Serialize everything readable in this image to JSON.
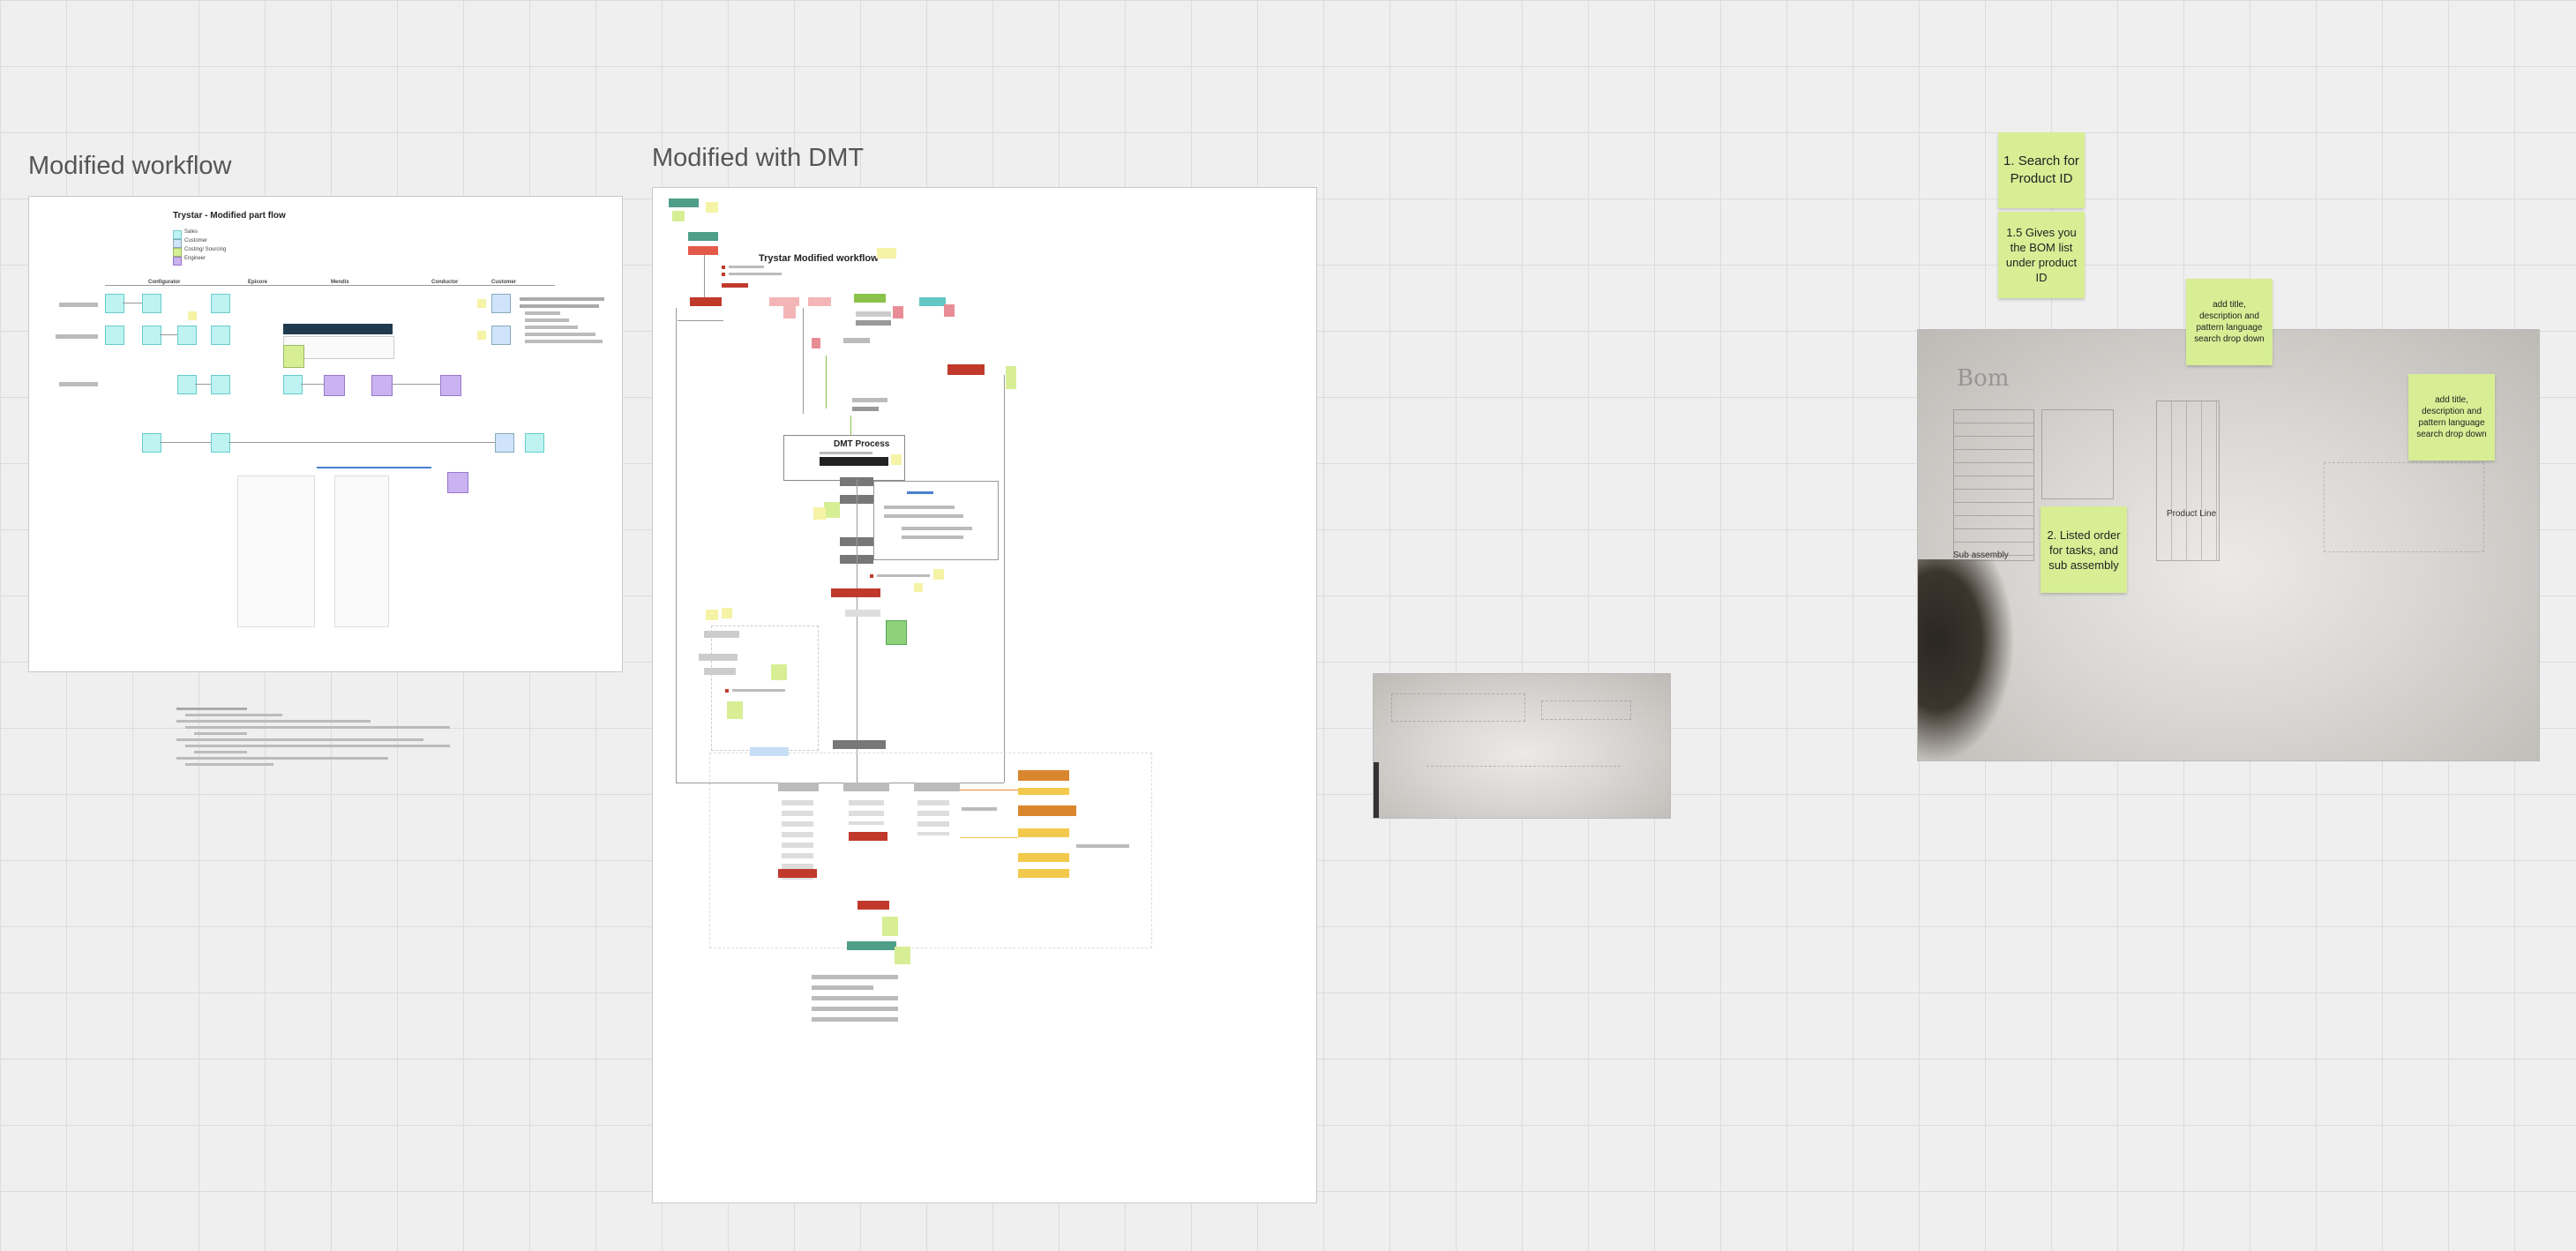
{
  "frames": {
    "modified_workflow": {
      "title": "Modified workflow",
      "diagram_title": "Trystar - Modified part flow",
      "legend": [
        "Sales",
        "Customer",
        "Costing/ Sourcing",
        "Engineer"
      ],
      "lanes": [
        "Configurator",
        "Epicore",
        "Mendix",
        "Conductor",
        "Customer"
      ]
    },
    "modified_dmt": {
      "title": "Modified with DMT",
      "diagram_title": "Trystar Modified workflow",
      "process_title": "DMT Process"
    }
  },
  "stickies": {
    "search_product": "1. Search for Product ID",
    "bom_list": "1.5 Gives you the BOM list under product ID",
    "add_title_1": "add title, description and pattern  language search drop down",
    "add_title_2": "add title, description and pattern  language search drop down",
    "listed_order": "2. Listed order for tasks, and sub assembly"
  },
  "photo_labels": {
    "sub_assembly": "Sub assembly",
    "product_line": "Product Line"
  },
  "colors": {
    "sticky": "#d7ee95",
    "teal": "#4f9e88",
    "red": "#c0392b",
    "orange": "#e08a2e",
    "yellow": "#f2c94c",
    "cyan": "#bff3f1",
    "purple": "#c9b3f0"
  }
}
